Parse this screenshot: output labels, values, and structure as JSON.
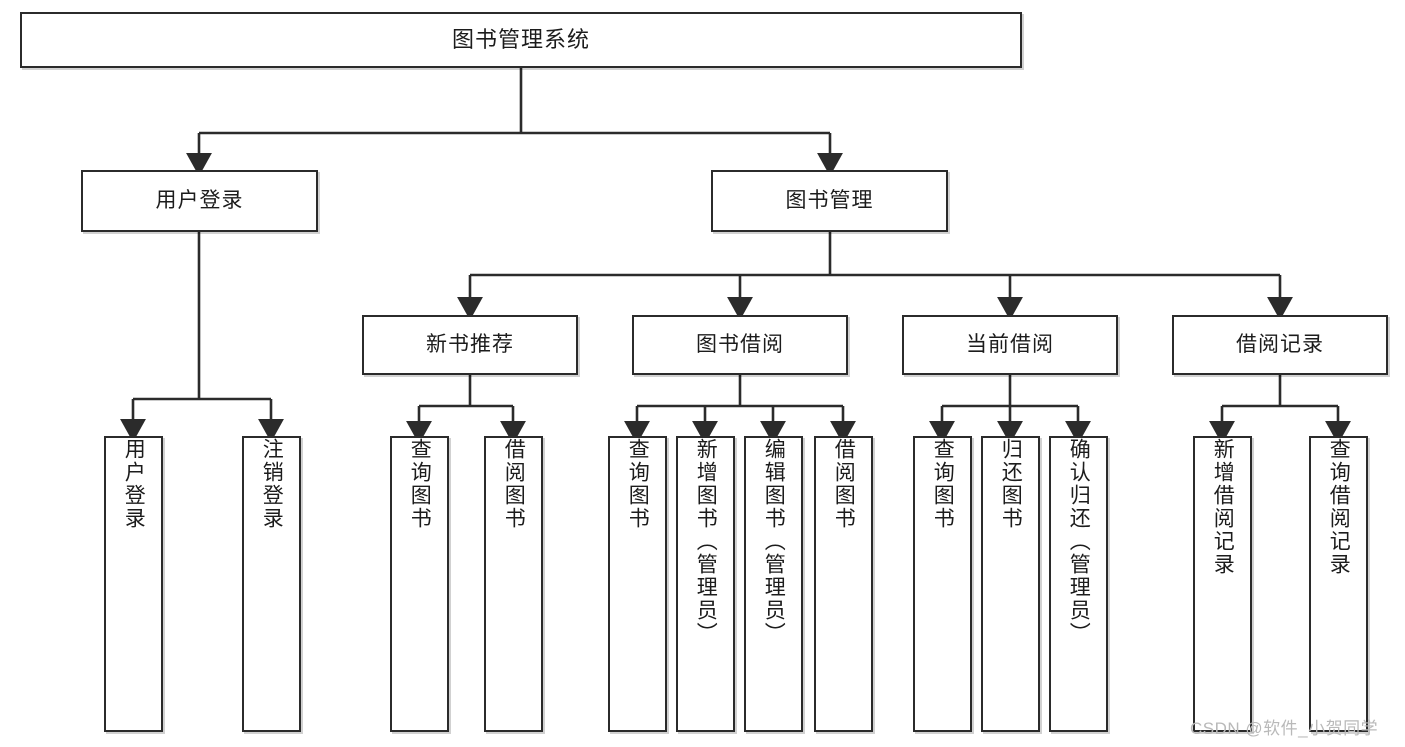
{
  "diagram": {
    "title": "图书管理系统",
    "type": "hierarchy-tree",
    "watermark": "CSDN @软件_小贺同学",
    "colors": {
      "box_border": "#2b2b2b",
      "box_fill": "#ffffff",
      "connector": "#2b2b2b",
      "text": "#1c1c1c",
      "watermark": "#b9b9b9"
    },
    "levels": {
      "root": "图书管理系统",
      "level2": [
        "用户登录",
        "图书管理"
      ],
      "level3": [
        "新书推荐",
        "图书借阅",
        "当前借阅",
        "借阅记录"
      ]
    },
    "nodes": {
      "root": {
        "label": "图书管理系统"
      },
      "user_login": {
        "label": "用户登录"
      },
      "book_manage": {
        "label": "图书管理"
      },
      "new_book_rec": {
        "label": "新书推荐"
      },
      "book_borrow": {
        "label": "图书借阅"
      },
      "current_borrow": {
        "label": "当前借阅"
      },
      "borrow_record": {
        "label": "借阅记录"
      }
    },
    "leaves": {
      "user_login": [
        {
          "label": "用户登录"
        },
        {
          "label": "注销登录"
        }
      ],
      "new_book_rec": [
        {
          "label": "查询图书"
        },
        {
          "label": "借阅图书"
        }
      ],
      "book_borrow": [
        {
          "label": "查询图书"
        },
        {
          "label": "新增图书（管理员）"
        },
        {
          "label": "编辑图书（管理员）"
        },
        {
          "label": "借阅图书"
        }
      ],
      "current_borrow": [
        {
          "label": "查询图书"
        },
        {
          "label": "归还图书"
        },
        {
          "label": "确认归还（管理员）"
        }
      ],
      "borrow_record": [
        {
          "label": "新增借阅记录"
        },
        {
          "label": "查询借阅记录"
        }
      ]
    }
  }
}
